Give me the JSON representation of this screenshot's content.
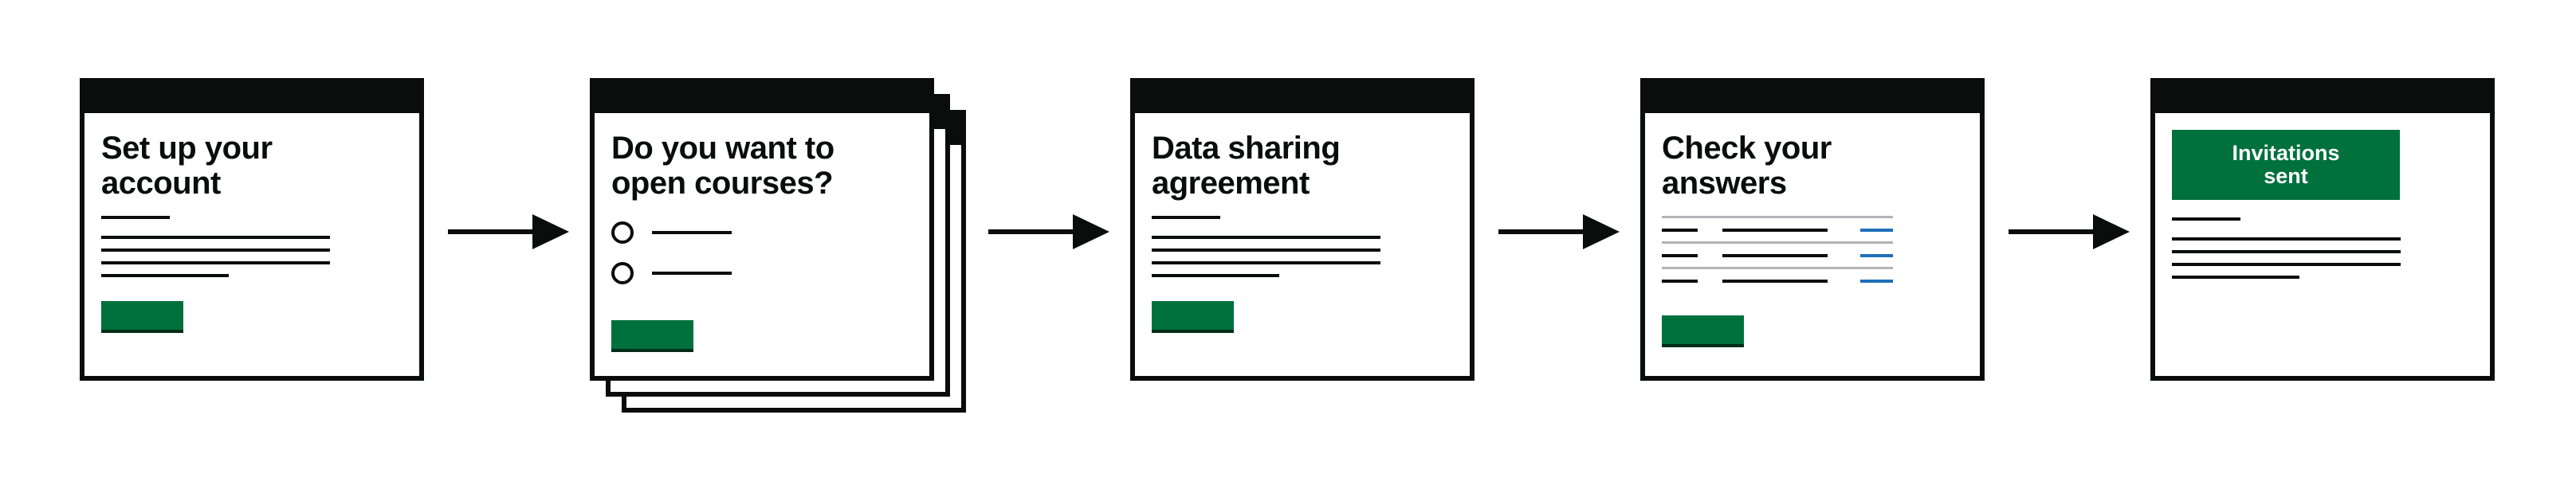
{
  "steps": [
    {
      "title_line1": "Set up your",
      "title_line2": "account"
    },
    {
      "title_line1": "Do you want to",
      "title_line2": "open courses?"
    },
    {
      "title_line1": "Data sharing",
      "title_line2": "agreement"
    },
    {
      "title_line1": "Check your",
      "title_line2": "answers"
    },
    {
      "banner_line1": "Invitations",
      "banner_line2": "sent"
    }
  ],
  "colors": {
    "ink": "#0b0c0c",
    "button_green": "#00703c",
    "link_blue": "#1d70b8",
    "divider_grey": "#b1b4b6"
  },
  "icons": [
    "arrow-right-icon",
    "radio-button-icon"
  ]
}
